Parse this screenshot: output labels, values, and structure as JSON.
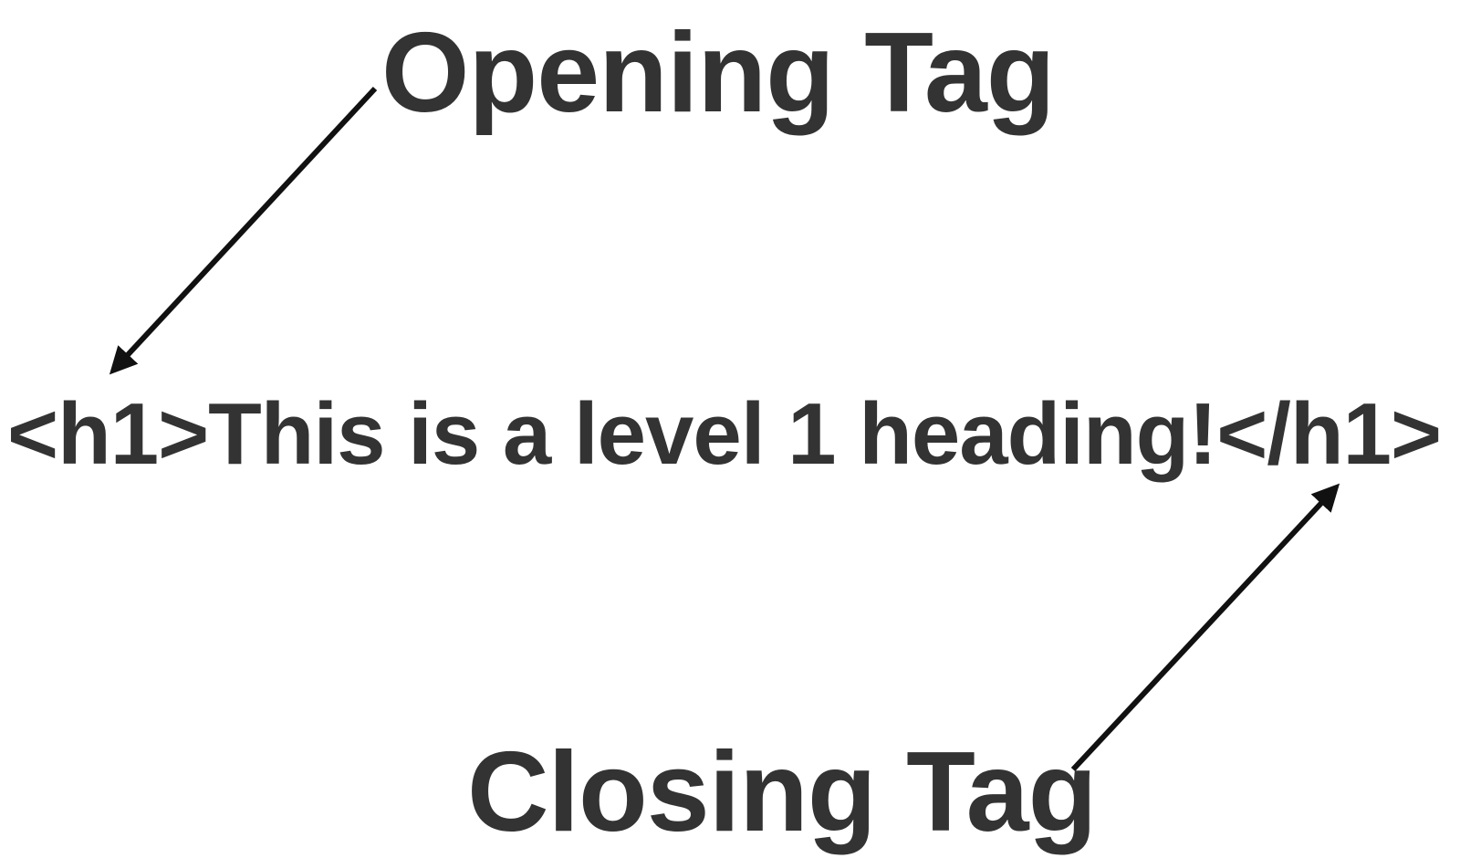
{
  "diagram": {
    "labels": {
      "opening": "Opening Tag",
      "closing": "Closing Tag"
    },
    "code": {
      "opening_tag": "<h1>",
      "content": "This is a level 1 heading!",
      "closing_tag": "</h1>"
    },
    "colors": {
      "text": "#333333",
      "arrow": "#111111",
      "background": "#ffffff"
    }
  }
}
